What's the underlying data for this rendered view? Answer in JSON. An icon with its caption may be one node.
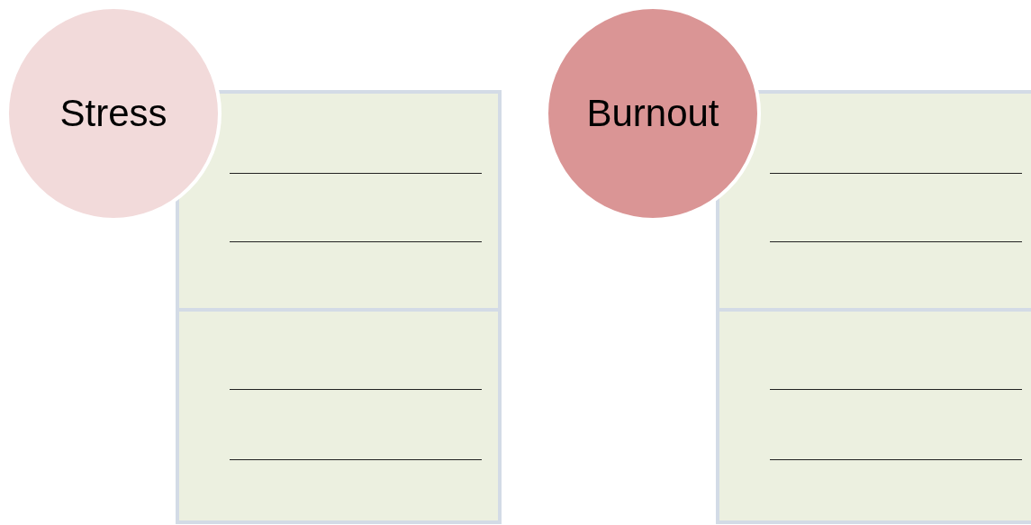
{
  "diagram": {
    "nodes": [
      {
        "text": [
          "Stress"
        ]
      },
      {
        "text": [],
        "shape": "box"
      },
      {
        "text": [],
        "shape": "box"
      },
      {
        "text": [
          "Burnout"
        ]
      },
      {
        "text": [],
        "shape": "box"
      },
      {
        "text": [],
        "shape": "box"
      }
    ]
  }
}
